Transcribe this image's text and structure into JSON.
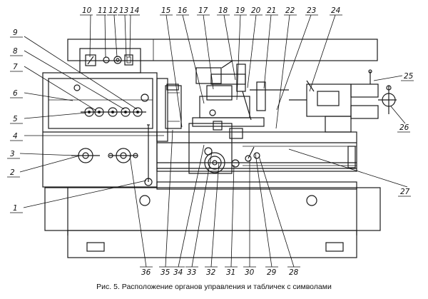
{
  "caption": "Рис. 5. Расположение органов управления и табличек с символами",
  "callouts": {
    "c1": "1",
    "c2": "2",
    "c3": "3",
    "c4": "4",
    "c5": "5",
    "c6": "6",
    "c7": "7",
    "c8": "8",
    "c9": "9",
    "c10": "10",
    "c11": "11",
    "c12": "12",
    "c13": "13",
    "c14": "14",
    "c15": "15",
    "c16": "16",
    "c17": "17",
    "c18": "18",
    "c19": "19",
    "c20": "20",
    "c21": "21",
    "c22": "22",
    "c23": "23",
    "c24": "24",
    "c25": "25",
    "c26": "26",
    "c27": "27",
    "c28": "28",
    "c29": "29",
    "c30": "30",
    "c31": "31",
    "c32": "32",
    "c33": "33",
    "c34": "34",
    "c35": "35",
    "c36": "36"
  }
}
